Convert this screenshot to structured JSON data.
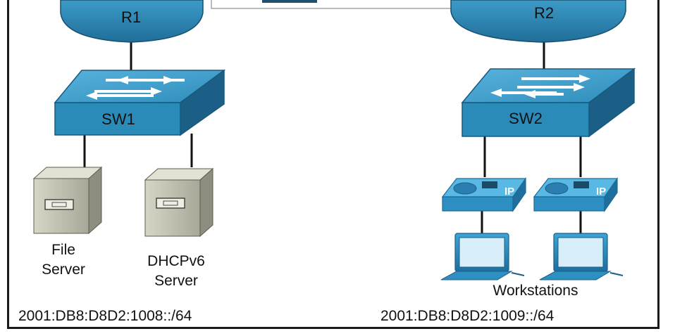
{
  "routers": [
    {
      "label": "R1"
    },
    {
      "label": "R2"
    }
  ],
  "switches": [
    {
      "label": "SW1"
    },
    {
      "label": "SW2"
    }
  ],
  "servers": [
    {
      "label_line1": "File",
      "label_line2": "Server"
    },
    {
      "label_line1": "DHCPv6",
      "label_line2": "Server"
    }
  ],
  "workstations": {
    "label": "Workstations"
  },
  "ip_phones": [
    {
      "label": "IP"
    },
    {
      "label": "IP"
    }
  ],
  "networks": [
    {
      "prefix": "2001:DB8:D8D2:1008::/64"
    },
    {
      "prefix": "2001:DB8:D8D2:1009::/64"
    }
  ],
  "colors": {
    "cisco_blue": "#2a8ab8",
    "cisco_dark": "#1c5f86",
    "cisco_light": "#5ab0d8",
    "server_gray": "#c8c6b6",
    "phone_blue": "#3aa0d6"
  }
}
